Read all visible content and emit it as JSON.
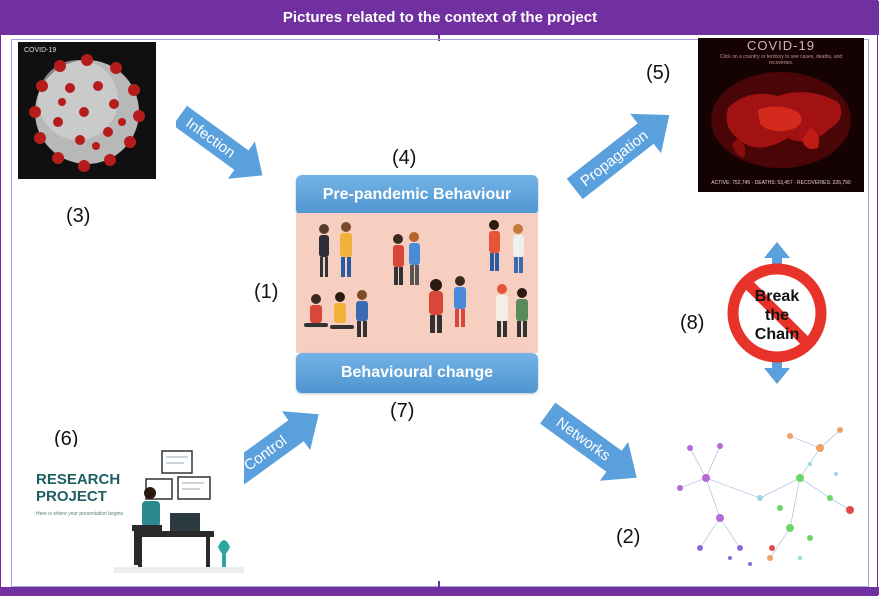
{
  "title": "Pictures related to the context of the project",
  "labels": {
    "n1": "(1)",
    "n2": "(2)",
    "n3": "(3)",
    "n4": "(4)",
    "n5": "(5)",
    "n6": "(6)",
    "n7": "(7)",
    "n8": "(8)"
  },
  "boxes": {
    "top": "Pre-pandemic Behaviour",
    "bottom": "Behavioural change"
  },
  "arrows": {
    "infection": "Infection",
    "propagation": "Propagation",
    "networks": "Networks",
    "control": "Control"
  },
  "stop_sign": {
    "line1": "Break",
    "line2": "the",
    "line3": "Chain"
  },
  "images": {
    "virus_caption": "COVID-19",
    "map_title": "COVID-19",
    "map_subtitle": "Click on a country or territory to see cases, deaths, and recoveries.",
    "map_stats": "ACTIVE: 752,745 · DEATHS: 53,457 · RECOVERIES: 226,790",
    "research_title_1": "RESEARCH",
    "research_title_2": "PROJECT",
    "research_subtitle": "Here is where your presentation begins"
  },
  "colors": {
    "frame": "#7030a0",
    "pill": "#5aa0dc",
    "arrow": "#5aa0dc",
    "stop": "#e8332a"
  }
}
